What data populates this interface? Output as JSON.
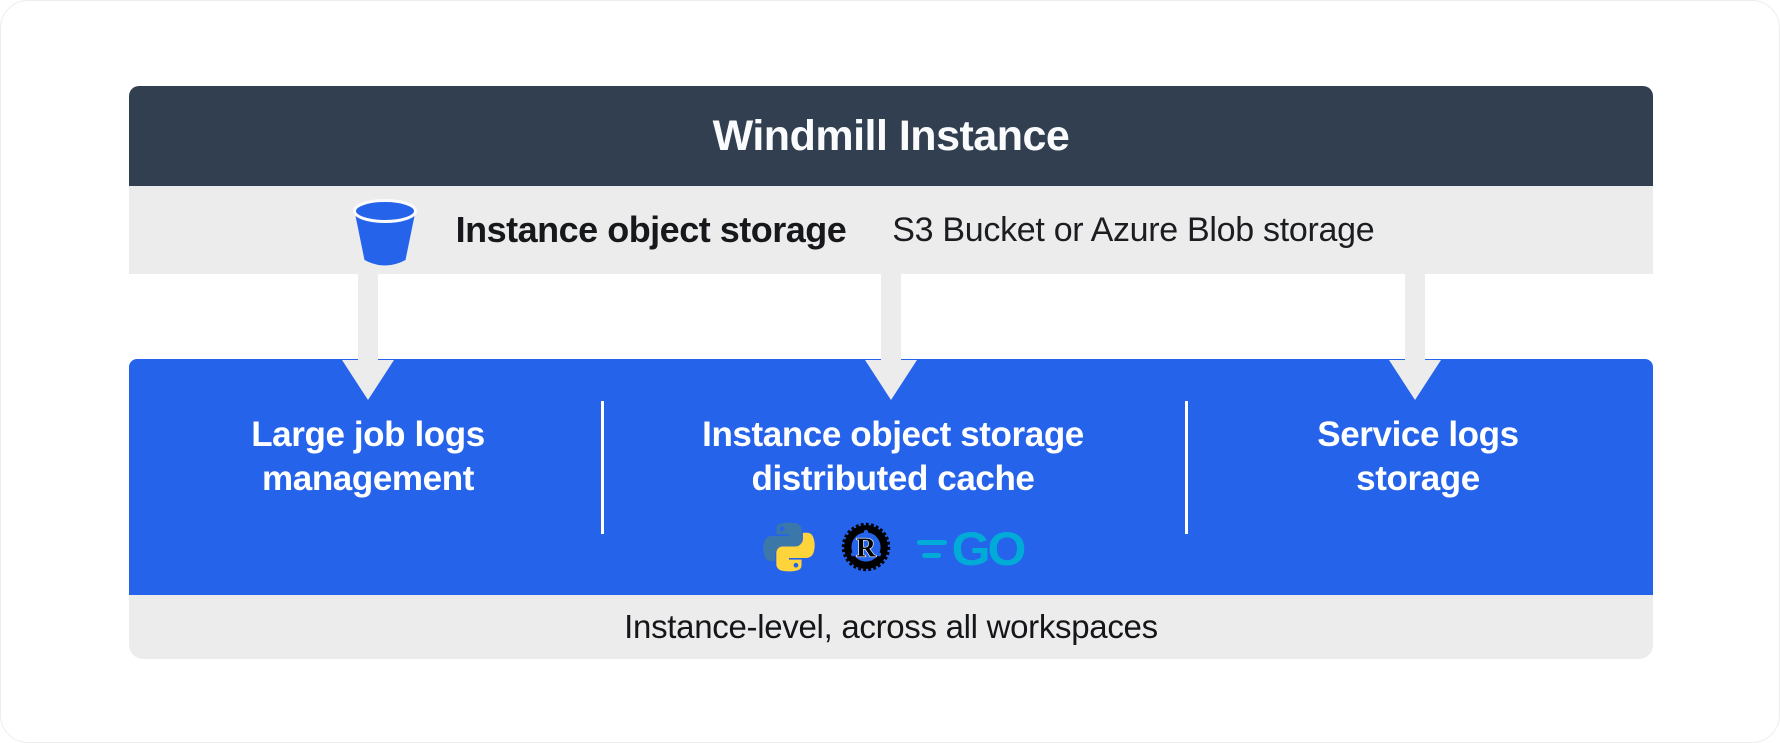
{
  "header": {
    "title": "Windmill Instance"
  },
  "object_storage_bar": {
    "icon": "bucket-icon",
    "title": "Instance object storage",
    "subtitle": "S3 Bucket or Azure Blob storage"
  },
  "features_panel": {
    "cards": [
      {
        "line1": "Large job logs",
        "line2": "management"
      },
      {
        "line1": "Instance object storage",
        "line2": "distributed cache",
        "languages": [
          "Python",
          "Rust",
          "Go"
        ],
        "go_label": "GO",
        "rust_letter": "R"
      },
      {
        "line1": "Service logs",
        "line2": "storage"
      }
    ]
  },
  "footer_bar": {
    "label": "Instance-level, across all workspaces"
  },
  "colors": {
    "header_bg": "#323F50",
    "panel_blue": "#2563EB",
    "bar_gray": "#ECECEC",
    "arrow_gray": "#ECECEC",
    "python_blue": "#3B77A8",
    "python_yellow": "#FFD43B",
    "rust_black": "#000000",
    "go_cyan": "#00ACD7"
  }
}
